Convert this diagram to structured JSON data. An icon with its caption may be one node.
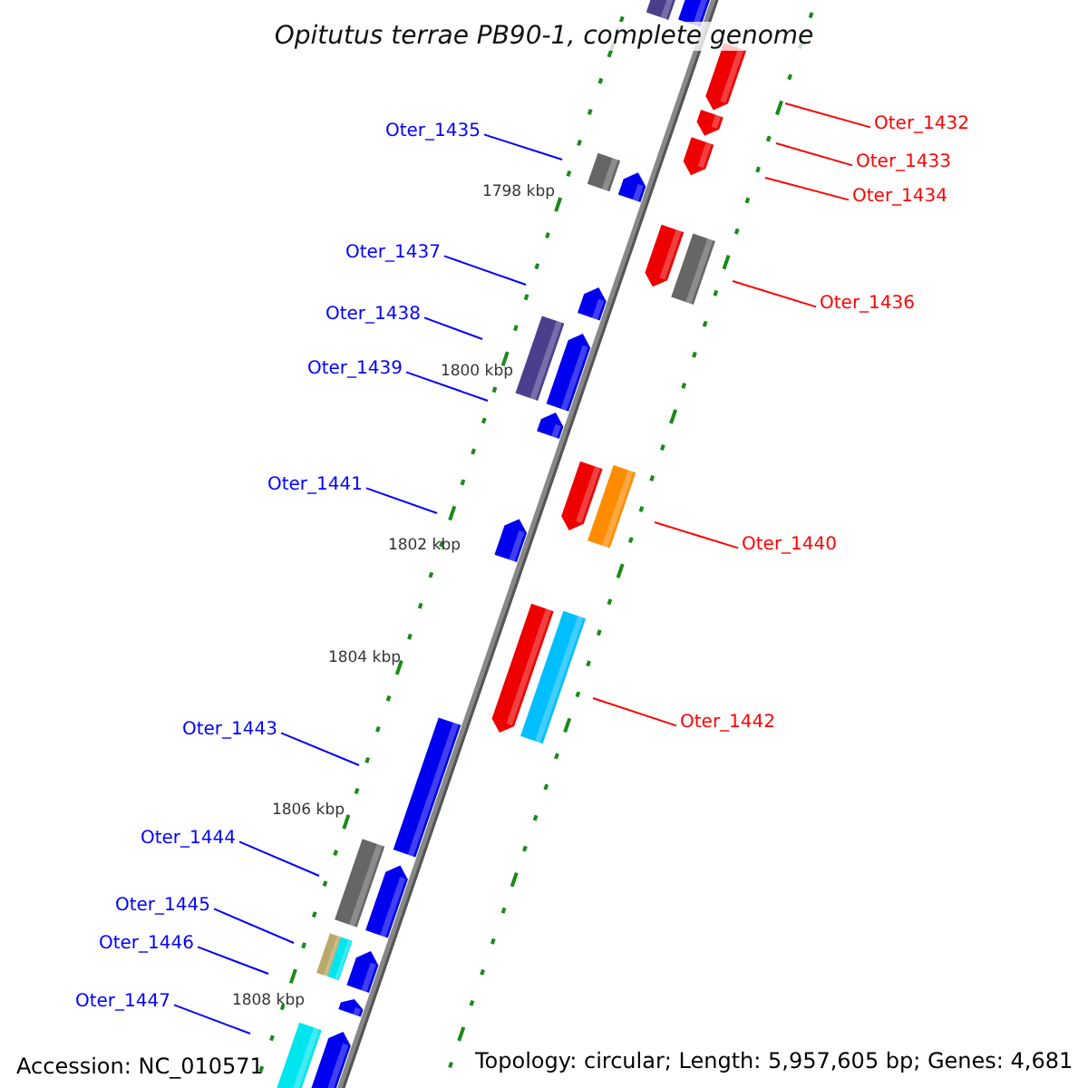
{
  "diagram": {
    "title": "Opitutus terrae PB90-1, complete genome",
    "nodes": [
      {
        "text": [
          "Oter_1432"
        ]
      },
      {
        "text": [
          "Oter_1435"
        ]
      },
      {
        "text": [
          "Oter_1433"
        ]
      },
      {
        "text": [
          "Oter_1434"
        ]
      },
      {
        "text": [
          "Oter_1437"
        ]
      },
      {
        "text": [
          "Oter_1436"
        ]
      },
      {
        "text": [
          "Oter_1438"
        ]
      },
      {
        "text": [
          "Oter_1439"
        ]
      },
      {
        "text": [
          "Oter_1441"
        ]
      },
      {
        "text": [
          "Oter_1440"
        ]
      },
      {
        "text": [
          "Oter_1442"
        ]
      },
      {
        "text": [
          "Oter_1443"
        ]
      },
      {
        "text": [
          "Oter_1444"
        ]
      },
      {
        "text": [
          "Oter_1445"
        ]
      },
      {
        "text": [
          "Oter_1446"
        ]
      },
      {
        "text": [
          "Oter_1447"
        ]
      }
    ],
    "edges": [
      {
        "from": 0,
        "to": null,
        "arrow": "none",
        "color": "#ff0000"
      },
      {
        "from": 1,
        "to": null,
        "arrow": "none"
      },
      {
        "from": 2,
        "to": null,
        "arrow": "none",
        "color": "#ff0000"
      },
      {
        "from": 3,
        "to": null,
        "arrow": "none",
        "color": "#ff0000"
      },
      {
        "from": 4,
        "to": null,
        "arrow": "none"
      },
      {
        "from": 5,
        "to": null,
        "arrow": "none",
        "color": "#ff0000"
      },
      {
        "from": 6,
        "to": null,
        "arrow": "none"
      },
      {
        "from": 7,
        "to": null,
        "arrow": "none"
      },
      {
        "from": 8,
        "to": null,
        "arrow": "none"
      },
      {
        "from": 9,
        "to": null,
        "arrow": "none",
        "color": "#ff0000"
      },
      {
        "from": 10,
        "to": null,
        "arrow": "none",
        "color": "#ff0000"
      },
      {
        "from": 11,
        "to": null,
        "arrow": "none"
      },
      {
        "from": 12,
        "to": null,
        "arrow": "none"
      },
      {
        "from": 13,
        "to": null,
        "arrow": "none"
      },
      {
        "from": 14,
        "to": null,
        "arrow": "none"
      },
      {
        "from": 15,
        "to": null,
        "arrow": "none"
      }
    ],
    "labels": [
      "1798 kbp",
      "1800 kbp",
      "1802 kbp",
      "1804 kbp",
      "1806 kbp",
      "1808 kbp",
      "Accession: NC_010571",
      "Topology: circular; Length: 5,957,605 bp; Genes: 4,681"
    ]
  }
}
